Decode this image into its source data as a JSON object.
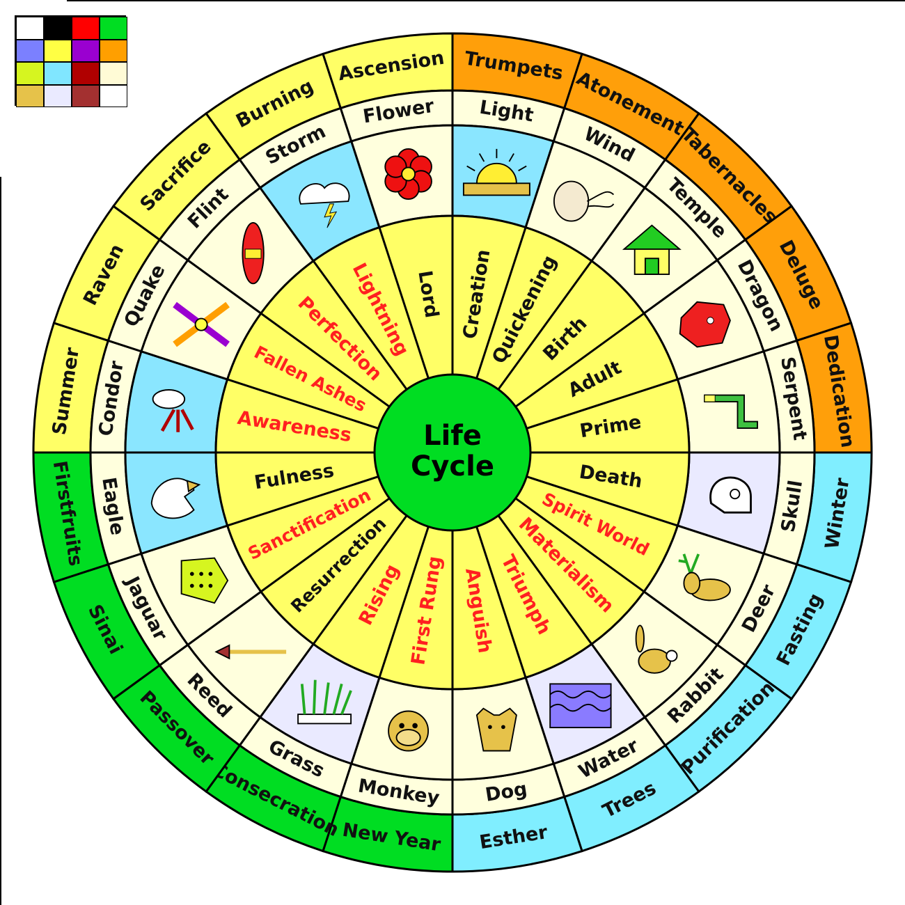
{
  "palette": [
    "#ffffff",
    "#000000",
    "#ff0000",
    "#00dd22",
    "#7b80ff",
    "#ffff44",
    "#9a00d0",
    "#ff9f00",
    "#d6f520",
    "#80e6ff",
    "#b00000",
    "#fffbd6",
    "#e6c24a",
    "#eaeaff",
    "#a33030",
    "#ffffff"
  ],
  "colors": {
    "yellow": "#ffff66",
    "orange": "#ff9f0a",
    "green": "#00dd22",
    "cyan": "#80eeff",
    "cream": "#ffffdd",
    "iconblue": "#8ae6ff",
    "lavender": "#eaeaff",
    "red_text": "#ff2020",
    "black_text": "#111111"
  },
  "center": {
    "line1": "Life",
    "line2": "Cycle"
  },
  "outer": [
    {
      "label": "Trumpets",
      "color": "orange"
    },
    {
      "label": "Atonement",
      "color": "orange"
    },
    {
      "label": "Tabernacles",
      "color": "orange"
    },
    {
      "label": "Deluge",
      "color": "orange"
    },
    {
      "label": "Dedication",
      "color": "orange"
    },
    {
      "label": "Winter",
      "color": "cyan"
    },
    {
      "label": "Fasting",
      "color": "cyan"
    },
    {
      "label": "Purification",
      "color": "cyan"
    },
    {
      "label": "Trees",
      "color": "cyan"
    },
    {
      "label": "Esther",
      "color": "cyan"
    },
    {
      "label": "New Year",
      "color": "green"
    },
    {
      "label": "Consecration",
      "color": "green"
    },
    {
      "label": "Passover",
      "color": "green"
    },
    {
      "label": "Sinai",
      "color": "green"
    },
    {
      "label": "Firstfruits",
      "color": "green"
    },
    {
      "label": "Summer",
      "color": "yellow"
    },
    {
      "label": "Raven",
      "color": "yellow"
    },
    {
      "label": "Sacrifice",
      "color": "yellow"
    },
    {
      "label": "Burning",
      "color": "yellow"
    },
    {
      "label": "Ascension",
      "color": "yellow"
    }
  ],
  "signs": [
    {
      "label": "Light",
      "icon": "sunrise-icon",
      "bg": "iconblue"
    },
    {
      "label": "Wind",
      "icon": "wind-face-icon",
      "bg": "cream"
    },
    {
      "label": "Temple",
      "icon": "temple-icon",
      "bg": "cream"
    },
    {
      "label": "Dragon",
      "icon": "dragon-icon",
      "bg": "cream"
    },
    {
      "label": "Serpent",
      "icon": "serpent-icon",
      "bg": "cream"
    },
    {
      "label": "Skull",
      "icon": "skull-icon",
      "bg": "lavender"
    },
    {
      "label": "Deer",
      "icon": "deer-icon",
      "bg": "cream"
    },
    {
      "label": "Rabbit",
      "icon": "rabbit-icon",
      "bg": "cream"
    },
    {
      "label": "Water",
      "icon": "waves-icon",
      "bg": "lavender"
    },
    {
      "label": "Dog",
      "icon": "dog-icon",
      "bg": "cream"
    },
    {
      "label": "Monkey",
      "icon": "monkey-icon",
      "bg": "cream"
    },
    {
      "label": "Grass",
      "icon": "grass-icon",
      "bg": "lavender"
    },
    {
      "label": "Reed",
      "icon": "arrow-icon",
      "bg": "cream"
    },
    {
      "label": "Jaguar",
      "icon": "jaguar-icon",
      "bg": "cream"
    },
    {
      "label": "Eagle",
      "icon": "eagle-icon",
      "bg": "iconblue"
    },
    {
      "label": "Condor",
      "icon": "condor-icon",
      "bg": "iconblue"
    },
    {
      "label": "Quake",
      "icon": "quake-icon",
      "bg": "cream"
    },
    {
      "label": "Flint",
      "icon": "flint-icon",
      "bg": "cream"
    },
    {
      "label": "Storm",
      "icon": "storm-cloud-icon",
      "bg": "iconblue"
    },
    {
      "label": "Flower",
      "icon": "flower-icon",
      "bg": "cream"
    }
  ],
  "stages": [
    {
      "label": "Creation",
      "color": "black_text"
    },
    {
      "label": "Quickening",
      "color": "black_text"
    },
    {
      "label": "Birth",
      "color": "black_text"
    },
    {
      "label": "Adult",
      "color": "black_text"
    },
    {
      "label": "Prime",
      "color": "black_text"
    },
    {
      "label": "Death",
      "color": "black_text"
    },
    {
      "label": "Spirit World",
      "color": "red_text"
    },
    {
      "label": "Materialism",
      "color": "red_text"
    },
    {
      "label": "Triumph",
      "color": "red_text"
    },
    {
      "label": "Anguish",
      "color": "red_text"
    },
    {
      "label": "First Rung",
      "color": "red_text"
    },
    {
      "label": "Rising",
      "color": "red_text"
    },
    {
      "label": "Resurrection",
      "color": "black_text"
    },
    {
      "label": "Sanctification",
      "color": "red_text"
    },
    {
      "label": "Fulness",
      "color": "black_text"
    },
    {
      "label": "Awareness",
      "color": "red_text"
    },
    {
      "label": "Fallen Ashes",
      "color": "red_text"
    },
    {
      "label": "Perfection",
      "color": "red_text"
    },
    {
      "label": "Lightning",
      "color": "red_text"
    },
    {
      "label": "Lord",
      "color": "black_text"
    }
  ]
}
